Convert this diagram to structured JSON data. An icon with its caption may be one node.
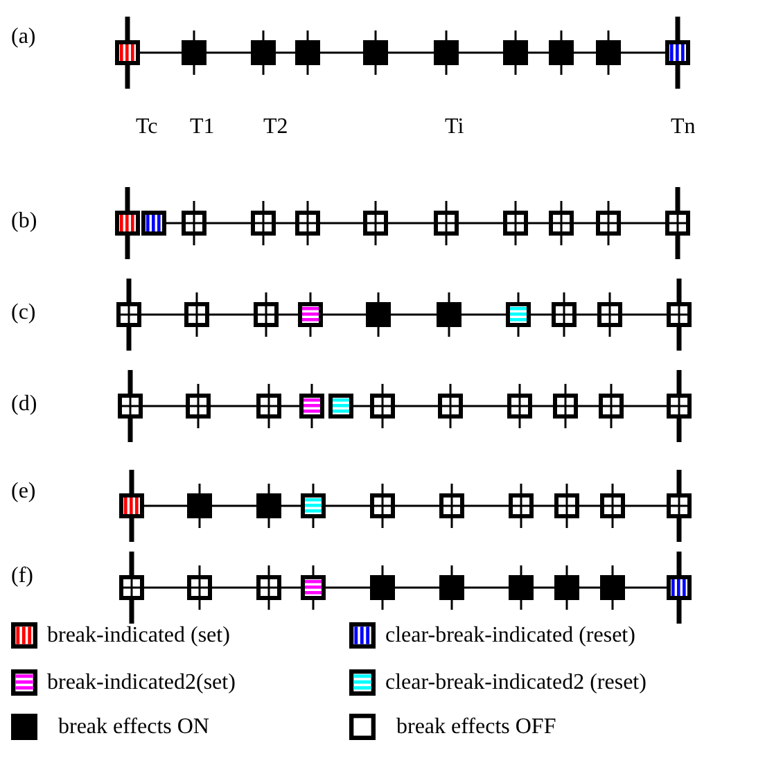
{
  "diagram": {
    "nodes": [
      {
        "text": [],
        "shape": "box"
      },
      {
        "text": [],
        "shape": "box"
      },
      {
        "text": [],
        "shape": "box"
      },
      {
        "text": [],
        "shape": "box"
      },
      {
        "text": [],
        "shape": "box"
      },
      {
        "text": [],
        "shape": "box"
      },
      {
        "text": [],
        "shape": "box"
      },
      {
        "text": [],
        "shape": "box"
      },
      {
        "text": [],
        "shape": "box"
      },
      {
        "text": [],
        "shape": "box"
      },
      {
        "text": [],
        "shape": "box"
      },
      {
        "text": [],
        "shape": "box"
      },
      {
        "text": [],
        "shape": "box"
      },
      {
        "text": [],
        "shape": "box"
      },
      {
        "text": [],
        "shape": "box"
      },
      {
        "text": [],
        "shape": "box"
      },
      {
        "text": [],
        "shape": "box"
      },
      {
        "text": [],
        "shape": "box"
      },
      {
        "text": [],
        "shape": "box"
      },
      {
        "text": [],
        "shape": "box"
      },
      {
        "text": [],
        "shape": "box"
      },
      {
        "text": [],
        "shape": "box"
      },
      {
        "text": [],
        "shape": "box"
      },
      {
        "text": [],
        "shape": "box"
      },
      {
        "text": [],
        "shape": "box"
      },
      {
        "text": [],
        "shape": "box"
      },
      {
        "text": [],
        "shape": "box"
      },
      {
        "text": [],
        "shape": "box"
      },
      {
        "text": [],
        "shape": "box"
      },
      {
        "text": [],
        "shape": "box"
      },
      {
        "text": [],
        "shape": "box"
      },
      {
        "text": [],
        "shape": "box"
      },
      {
        "text": [],
        "shape": "box"
      },
      {
        "text": [],
        "shape": "box"
      },
      {
        "text": [],
        "shape": "box"
      },
      {
        "text": [],
        "shape": "box"
      },
      {
        "text": [],
        "shape": "box"
      },
      {
        "text": [],
        "shape": "box"
      },
      {
        "text": [],
        "shape": "box"
      },
      {
        "text": [],
        "shape": "box"
      },
      {
        "text": [],
        "shape": "box"
      },
      {
        "text": [],
        "shape": "box"
      },
      {
        "text": [],
        "shape": "box"
      },
      {
        "text": [],
        "shape": "box"
      },
      {
        "text": [],
        "shape": "box"
      },
      {
        "text": [],
        "shape": "box"
      },
      {
        "text": [],
        "shape": "box"
      },
      {
        "text": [],
        "shape": "box"
      },
      {
        "text": [],
        "shape": "box"
      },
      {
        "text": [],
        "shape": "box"
      },
      {
        "text": [],
        "shape": "box"
      },
      {
        "text": [],
        "shape": "box"
      },
      {
        "text": [],
        "shape": "box"
      },
      {
        "text": [],
        "shape": "box"
      },
      {
        "text": [],
        "shape": "box"
      },
      {
        "text": [],
        "shape": "box"
      },
      {
        "text": [],
        "shape": "box"
      },
      {
        "text": [],
        "shape": "box"
      },
      {
        "text": [],
        "shape": "box"
      },
      {
        "text": [],
        "shape": "box"
      },
      {
        "text": [],
        "shape": "box"
      },
      {
        "text": [],
        "shape": "box"
      }
    ],
    "edges": [
      {
        "from": 0,
        "to": 1,
        "arrow": "none"
      },
      {
        "from": 1,
        "to": 2,
        "arrow": "none"
      },
      {
        "from": 2,
        "to": 3,
        "arrow": "none"
      },
      {
        "from": 3,
        "to": 4,
        "arrow": "none"
      },
      {
        "from": 4,
        "to": 5,
        "arrow": "none"
      },
      {
        "from": 5,
        "to": 6,
        "arrow": "none"
      },
      {
        "from": 6,
        "to": 7,
        "arrow": "none"
      },
      {
        "from": 7,
        "to": 8,
        "arrow": "none"
      },
      {
        "from": 8,
        "to": 9,
        "arrow": "none"
      },
      {
        "from": 11,
        "to": 12,
        "arrow": "none"
      },
      {
        "from": 12,
        "to": 13,
        "arrow": "none"
      },
      {
        "from": 13,
        "to": 14,
        "arrow": "none"
      },
      {
        "from": 14,
        "to": 15,
        "arrow": "none"
      },
      {
        "from": 15,
        "to": 16,
        "arrow": "none"
      },
      {
        "from": 16,
        "to": 17,
        "arrow": "none"
      },
      {
        "from": 17,
        "to": 18,
        "arrow": "none"
      },
      {
        "from": 18,
        "to": 19,
        "arrow": "none"
      },
      {
        "from": 19,
        "to": 20,
        "arrow": "none"
      },
      {
        "from": 21,
        "to": 22,
        "arrow": "none"
      },
      {
        "from": 22,
        "to": 23,
        "arrow": "none"
      },
      {
        "from": 23,
        "to": 24,
        "arrow": "none"
      },
      {
        "from": 24,
        "to": 25,
        "arrow": "none"
      },
      {
        "from": 25,
        "to": 26,
        "arrow": "none"
      },
      {
        "from": 26,
        "to": 27,
        "arrow": "none"
      },
      {
        "from": 27,
        "to": 28,
        "arrow": "none"
      },
      {
        "from": 28,
        "to": 29,
        "arrow": "none"
      },
      {
        "from": 29,
        "to": 30,
        "arrow": "none"
      },
      {
        "from": 31,
        "to": 32,
        "arrow": "none"
      },
      {
        "from": 32,
        "to": 33,
        "arrow": "none"
      },
      {
        "from": 33,
        "to": 34,
        "arrow": "none"
      },
      {
        "from": 35,
        "to": 36,
        "arrow": "none"
      },
      {
        "from": 36,
        "to": 37,
        "arrow": "none"
      },
      {
        "from": 37,
        "to": 38,
        "arrow": "none"
      },
      {
        "from": 38,
        "to": 39,
        "arrow": "none"
      },
      {
        "from": 39,
        "to": 40,
        "arrow": "none"
      },
      {
        "from": 40,
        "to": 41,
        "arrow": "none"
      },
      {
        "from": 42,
        "to": 43,
        "arrow": "none"
      },
      {
        "from": 43,
        "to": 44,
        "arrow": "none"
      },
      {
        "from": 44,
        "to": 45,
        "arrow": "none"
      },
      {
        "from": 45,
        "to": 46,
        "arrow": "none"
      },
      {
        "from": 46,
        "to": 47,
        "arrow": "none"
      },
      {
        "from": 47,
        "to": 48,
        "arrow": "none"
      },
      {
        "from": 48,
        "to": 49,
        "arrow": "none"
      },
      {
        "from": 49,
        "to": 50,
        "arrow": "none"
      },
      {
        "from": 50,
        "to": 51,
        "arrow": "none"
      },
      {
        "from": 52,
        "to": 53,
        "arrow": "none"
      },
      {
        "from": 53,
        "to": 54,
        "arrow": "none"
      },
      {
        "from": 54,
        "to": 55,
        "arrow": "none"
      },
      {
        "from": 55,
        "to": 56,
        "arrow": "none"
      },
      {
        "from": 56,
        "to": 57,
        "arrow": "none"
      },
      {
        "from": 57,
        "to": 58,
        "arrow": "none"
      },
      {
        "from": 58,
        "to": 59,
        "arrow": "none"
      },
      {
        "from": 59,
        "to": 60,
        "arrow": "none"
      },
      {
        "from": 60,
        "to": 61,
        "arrow": "none"
      }
    ],
    "labels": [
      "(a)",
      "Tc",
      "T1",
      "T2",
      "Ti",
      "Tn",
      "(b)",
      "(c)",
      "(d)",
      "(e)",
      "(f)"
    ],
    "legend": [
      {
        "text": "break-indicated (set)"
      },
      {
        "text": "clear-break-indicated (reset)"
      },
      {
        "text": "break-indicated2(set)"
      },
      {
        "text": "clear-break-indicated2 (reset)"
      },
      {
        "text": "break effects ON",
        "color": "#000000"
      },
      {
        "text": "break effects OFF"
      }
    ]
  }
}
